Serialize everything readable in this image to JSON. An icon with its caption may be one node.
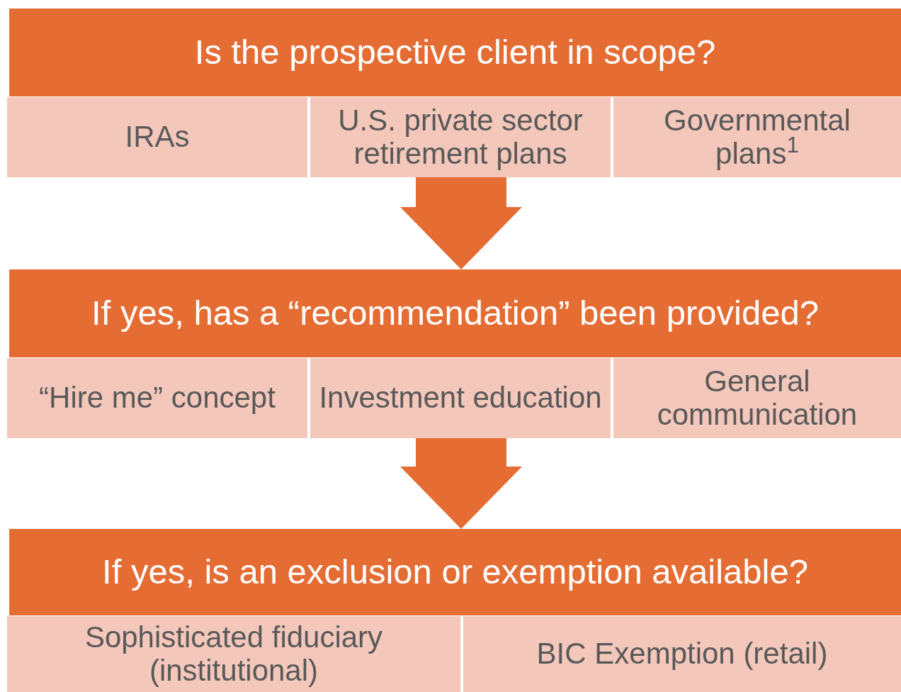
{
  "diagram": {
    "nodes": [
      {
        "text": [
          "Is the prospective client in scope?"
        ]
      },
      {
        "text": [
          "IRAs"
        ]
      },
      {
        "text": [
          "U.S. private sector retirement plans"
        ]
      },
      {
        "text": [
          "Governmental plans$^{1}$"
        ]
      },
      {
        "text": [
          "If yes, has a “recommendation” been provided?"
        ]
      },
      {
        "text": [
          "“Hire me” concept"
        ]
      },
      {
        "text": [
          "Investment education"
        ]
      },
      {
        "text": [
          "General communication"
        ]
      },
      {
        "text": [
          "If yes, is an exclusion or exemption available?"
        ]
      },
      {
        "text": [
          "Sophisticated fiduciary (institutional)"
        ]
      },
      {
        "text": [
          "BIC Exemption (retail)"
        ]
      }
    ],
    "edges": [
      {
        "from": 2,
        "to": 4,
        "arrow": "to"
      },
      {
        "from": 6,
        "to": 8,
        "arrow": "to"
      }
    ]
  }
}
